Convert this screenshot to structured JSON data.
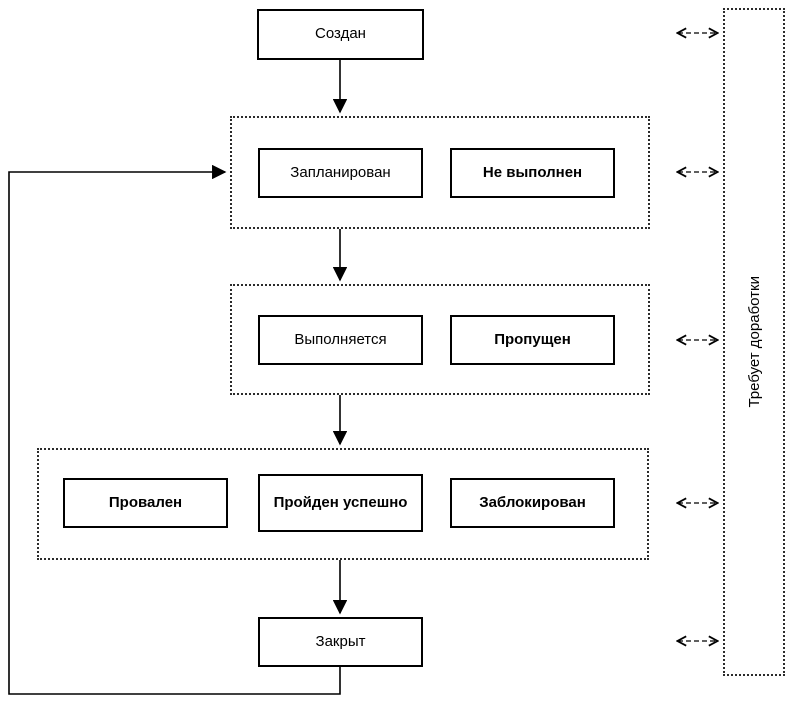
{
  "diagram": {
    "type": "state-flowchart",
    "language": "ru",
    "nodes": {
      "created": {
        "label": "Создан"
      },
      "planned": {
        "label": "Запланирован"
      },
      "not_executed": {
        "label": "Не выполнен"
      },
      "in_progress": {
        "label": "Выполняется"
      },
      "skipped": {
        "label": "Пропущен"
      },
      "failed": {
        "label": "Провален"
      },
      "passed": {
        "label": "Пройден успешно"
      },
      "blocked": {
        "label": "Заблокирован"
      },
      "closed": {
        "label": "Закрыт"
      },
      "rework": {
        "label": "Требует доработки"
      }
    },
    "edges": [
      {
        "from": "created",
        "to": "group-planned",
        "style": "solid-arrow"
      },
      {
        "from": "group-planned",
        "to": "group-in-progress",
        "style": "solid-arrow"
      },
      {
        "from": "group-in-progress",
        "to": "group-results",
        "style": "solid-arrow"
      },
      {
        "from": "group-results",
        "to": "closed",
        "style": "solid-arrow"
      },
      {
        "from": "closed",
        "to": "group-planned",
        "style": "solid-arrow-loop-left"
      },
      {
        "from": "created",
        "to": "rework",
        "style": "dashed-double-arrow"
      },
      {
        "from": "group-planned",
        "to": "rework",
        "style": "dashed-double-arrow"
      },
      {
        "from": "group-in-progress",
        "to": "rework",
        "style": "dashed-double-arrow"
      },
      {
        "from": "group-results",
        "to": "rework",
        "style": "dashed-double-arrow"
      },
      {
        "from": "closed",
        "to": "rework",
        "style": "dashed-double-arrow"
      }
    ],
    "colors": {
      "line": "#000000",
      "background": "#ffffff",
      "text": "#000000"
    }
  }
}
